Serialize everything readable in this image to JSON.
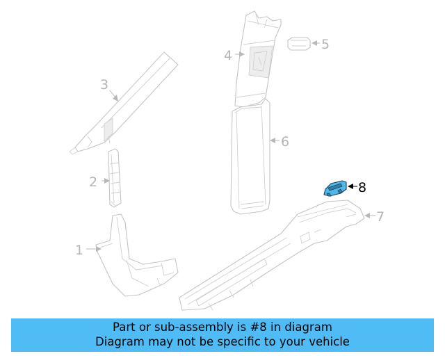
{
  "diagram": {
    "callouts": [
      {
        "number": "1"
      },
      {
        "number": "2"
      },
      {
        "number": "3"
      },
      {
        "number": "4"
      },
      {
        "number": "5"
      },
      {
        "number": "6"
      },
      {
        "number": "7"
      },
      {
        "number": "8",
        "highlighted": true
      }
    ],
    "highlight_color": "#4fb8e8",
    "line_color": "#c4c4c4"
  },
  "banner": {
    "line1": "Part or sub-assembly is #8 in diagram",
    "line2": "Diagram may not be specific to your vehicle",
    "background": "#4fbcf5"
  }
}
